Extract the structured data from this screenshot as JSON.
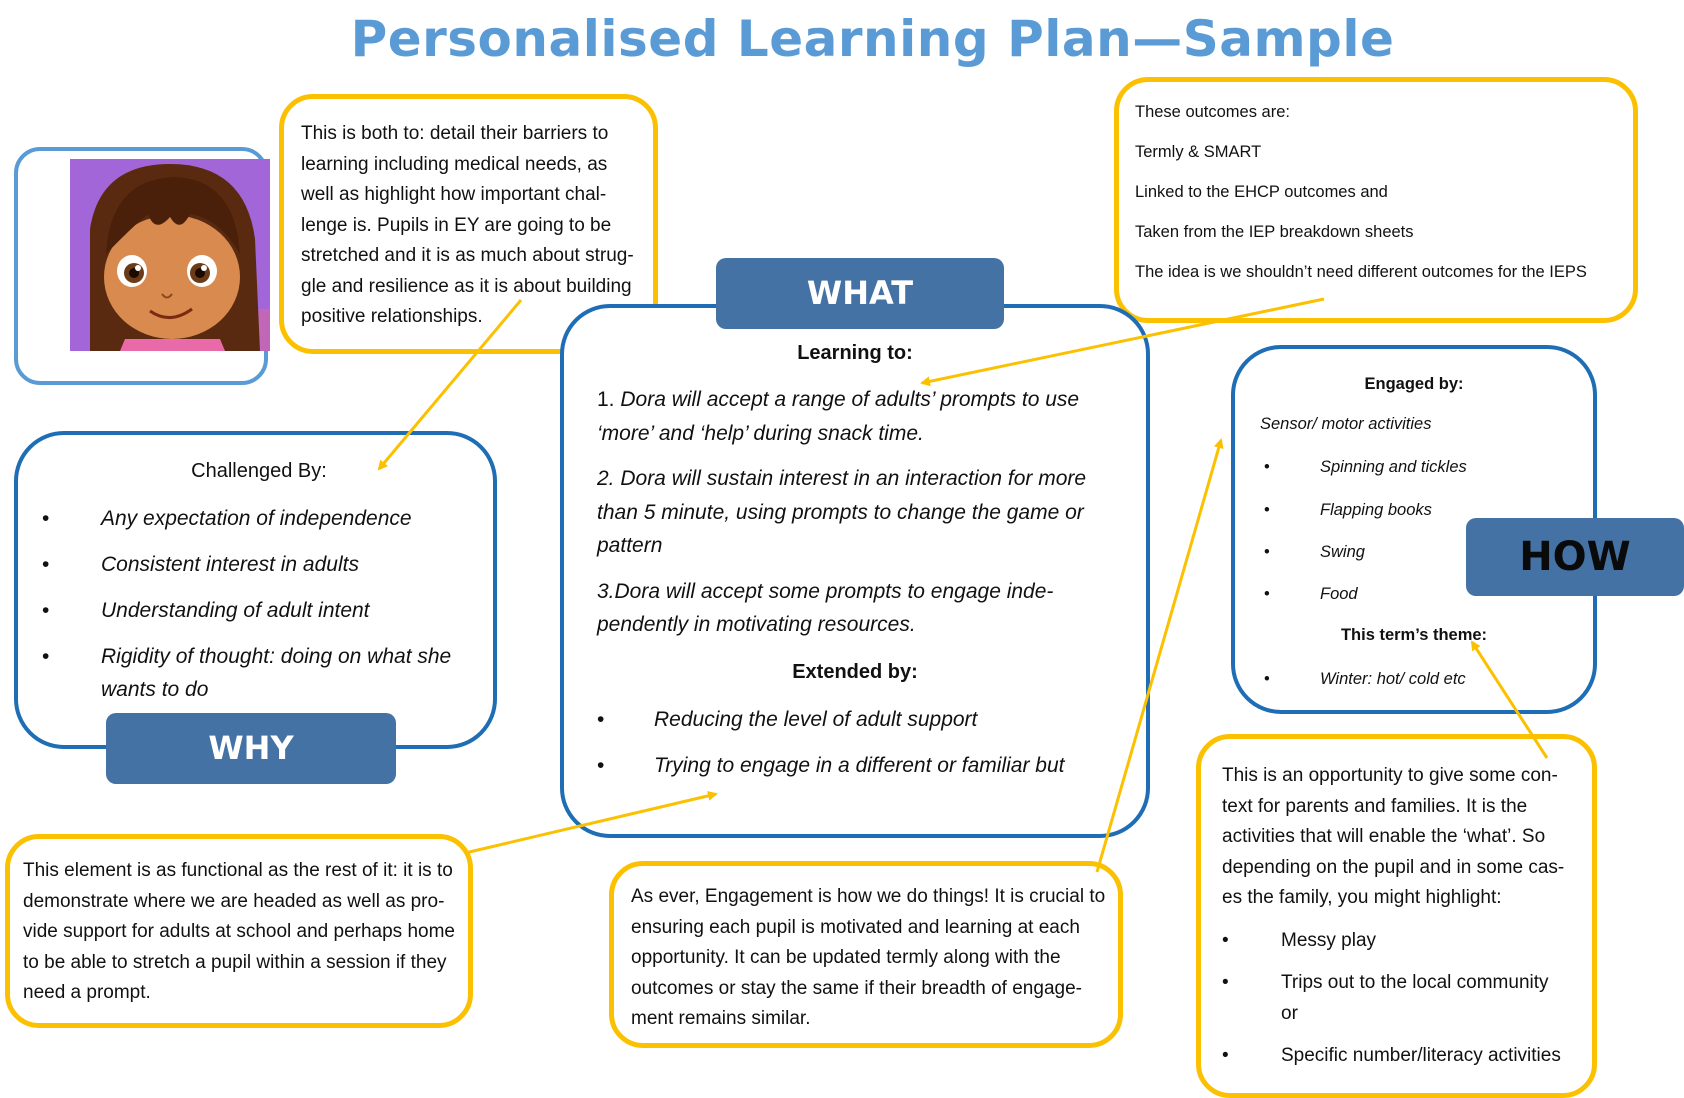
{
  "title": "Personalised Learning Plan—Sample",
  "tags": {
    "what": "WHAT",
    "why": "WHY",
    "how": "HOW"
  },
  "notes": {
    "barriers": [
      "This is both to: detail their barriers to",
      "learning including medical needs, as",
      "well as highlight how important chal-",
      "lenge is. Pupils in EY are going to be",
      "stretched and it is as much about strug-",
      "gle  and resilience as it is about building",
      "positive relationships."
    ],
    "outcomes": [
      "These outcomes are:",
      "Termly & SMART",
      "Linked to the EHCP outcomes and",
      "Taken from the IEP breakdown sheets",
      "The idea is we shouldn’t need different outcomes for the IEPS"
    ],
    "functional": [
      "This element is as functional as the rest of it: it is to",
      "demonstrate where we are headed as well as pro-",
      "vide support for adults at school and perhaps home",
      "to be able to stretch a pupil within a session if they",
      "need a prompt."
    ],
    "engagement": [
      "As ever, Engagement is how we do things! It is crucial to",
      "ensuring each pupil is motivated and learning at each",
      "opportunity. It can be updated termly along with the",
      "outcomes or stay the same if their breadth of engage-",
      "ment remains similar."
    ],
    "context_intro": [
      "This is an  opportunity to give some con-",
      "text for parents and families. It is the",
      "activities that will enable the ‘what’. So",
      "depending on the pupil and in some cas-",
      "es the family, you might highlight:"
    ],
    "context_items": [
      "Messy play",
      "Trips out to the local community or",
      "Specific number/literacy activities"
    ]
  },
  "why": {
    "heading": "Challenged By:",
    "items": [
      "Any expectation of independence",
      "Consistent interest in adults",
      "Understanding of adult intent",
      "Rigidity of thought: doing on what she wants to do"
    ]
  },
  "what": {
    "heading": "Learning to:",
    "outcomes": [
      [
        "1. ",
        "Dora will accept a range of adults’ prompts to use",
        "‘more’ and ‘help’ during snack time."
      ],
      [
        "2. Dora will sustain interest in an interaction for more",
        "than 5 minute, using prompts to change the game or",
        "pattern"
      ],
      [
        "3.Dora will accept some prompts to engage inde-",
        "pendently in motivating resources."
      ]
    ],
    "extended_heading": "Extended by:",
    "extended_items": [
      "Reducing the level of adult support",
      "Trying to engage in a different or familiar but"
    ]
  },
  "how": {
    "heading": "Engaged by:",
    "subheading": "Sensor/ motor activities",
    "items": [
      "Spinning and tickles",
      "Flapping books",
      "Swing",
      "Food"
    ],
    "theme_heading": "This term’s theme:",
    "theme_items": [
      "Winter: hot/ cold etc"
    ]
  },
  "bullet": "•",
  "colors": {
    "title": "#5b9bd5",
    "tag": "#4472a4",
    "note_border": "#fbc100",
    "box_border": "#1f6eb5",
    "arrow": "#fbc100"
  },
  "portrait": {
    "subject": "cartoon girl illustration"
  }
}
